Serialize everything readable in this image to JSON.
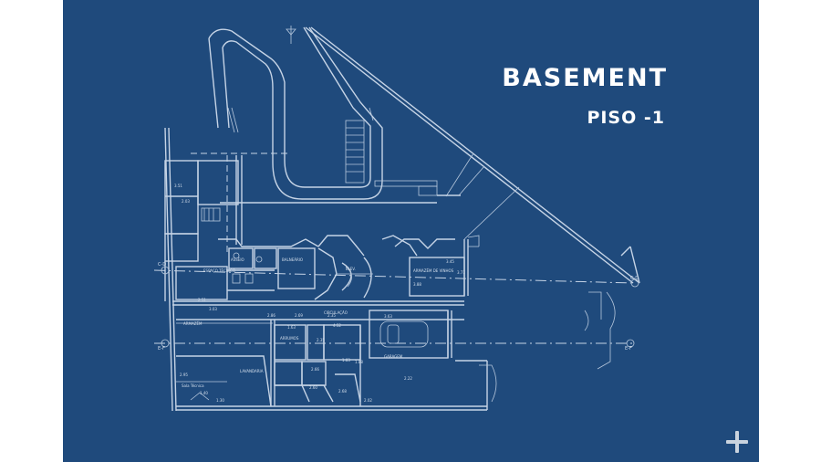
{
  "title": "BASEMENT",
  "subtitle": "PISO -1",
  "markers": {
    "cd": "C-D",
    "ef": "E-F"
  },
  "dimensions": [
    "3.51",
    "2.03",
    "2.51",
    "3.03",
    "2.86",
    "2.69",
    "2.35",
    "4.52",
    "3.63",
    "3.45",
    "3.88",
    "3.71",
    "1.63",
    "2.35",
    "1.83",
    "1.88",
    "2.66",
    "2.22",
    "1.30",
    "2.95",
    "1.40",
    "2.60",
    "2.68",
    "2.02"
  ],
  "rooms": [
    "ARMAZÉM",
    "ARRUMOS",
    "CIRCULAÇÃO",
    "ELEV.",
    "GARAGEM",
    "LAVANDARIA",
    "ARMAZÉM DE VINHOS",
    "ASSEIO",
    "BALNEÁRIO",
    "ESPAÇO TÉCNICO",
    "Sala Técnica"
  ],
  "icons": {
    "expand": "plus-icon"
  }
}
